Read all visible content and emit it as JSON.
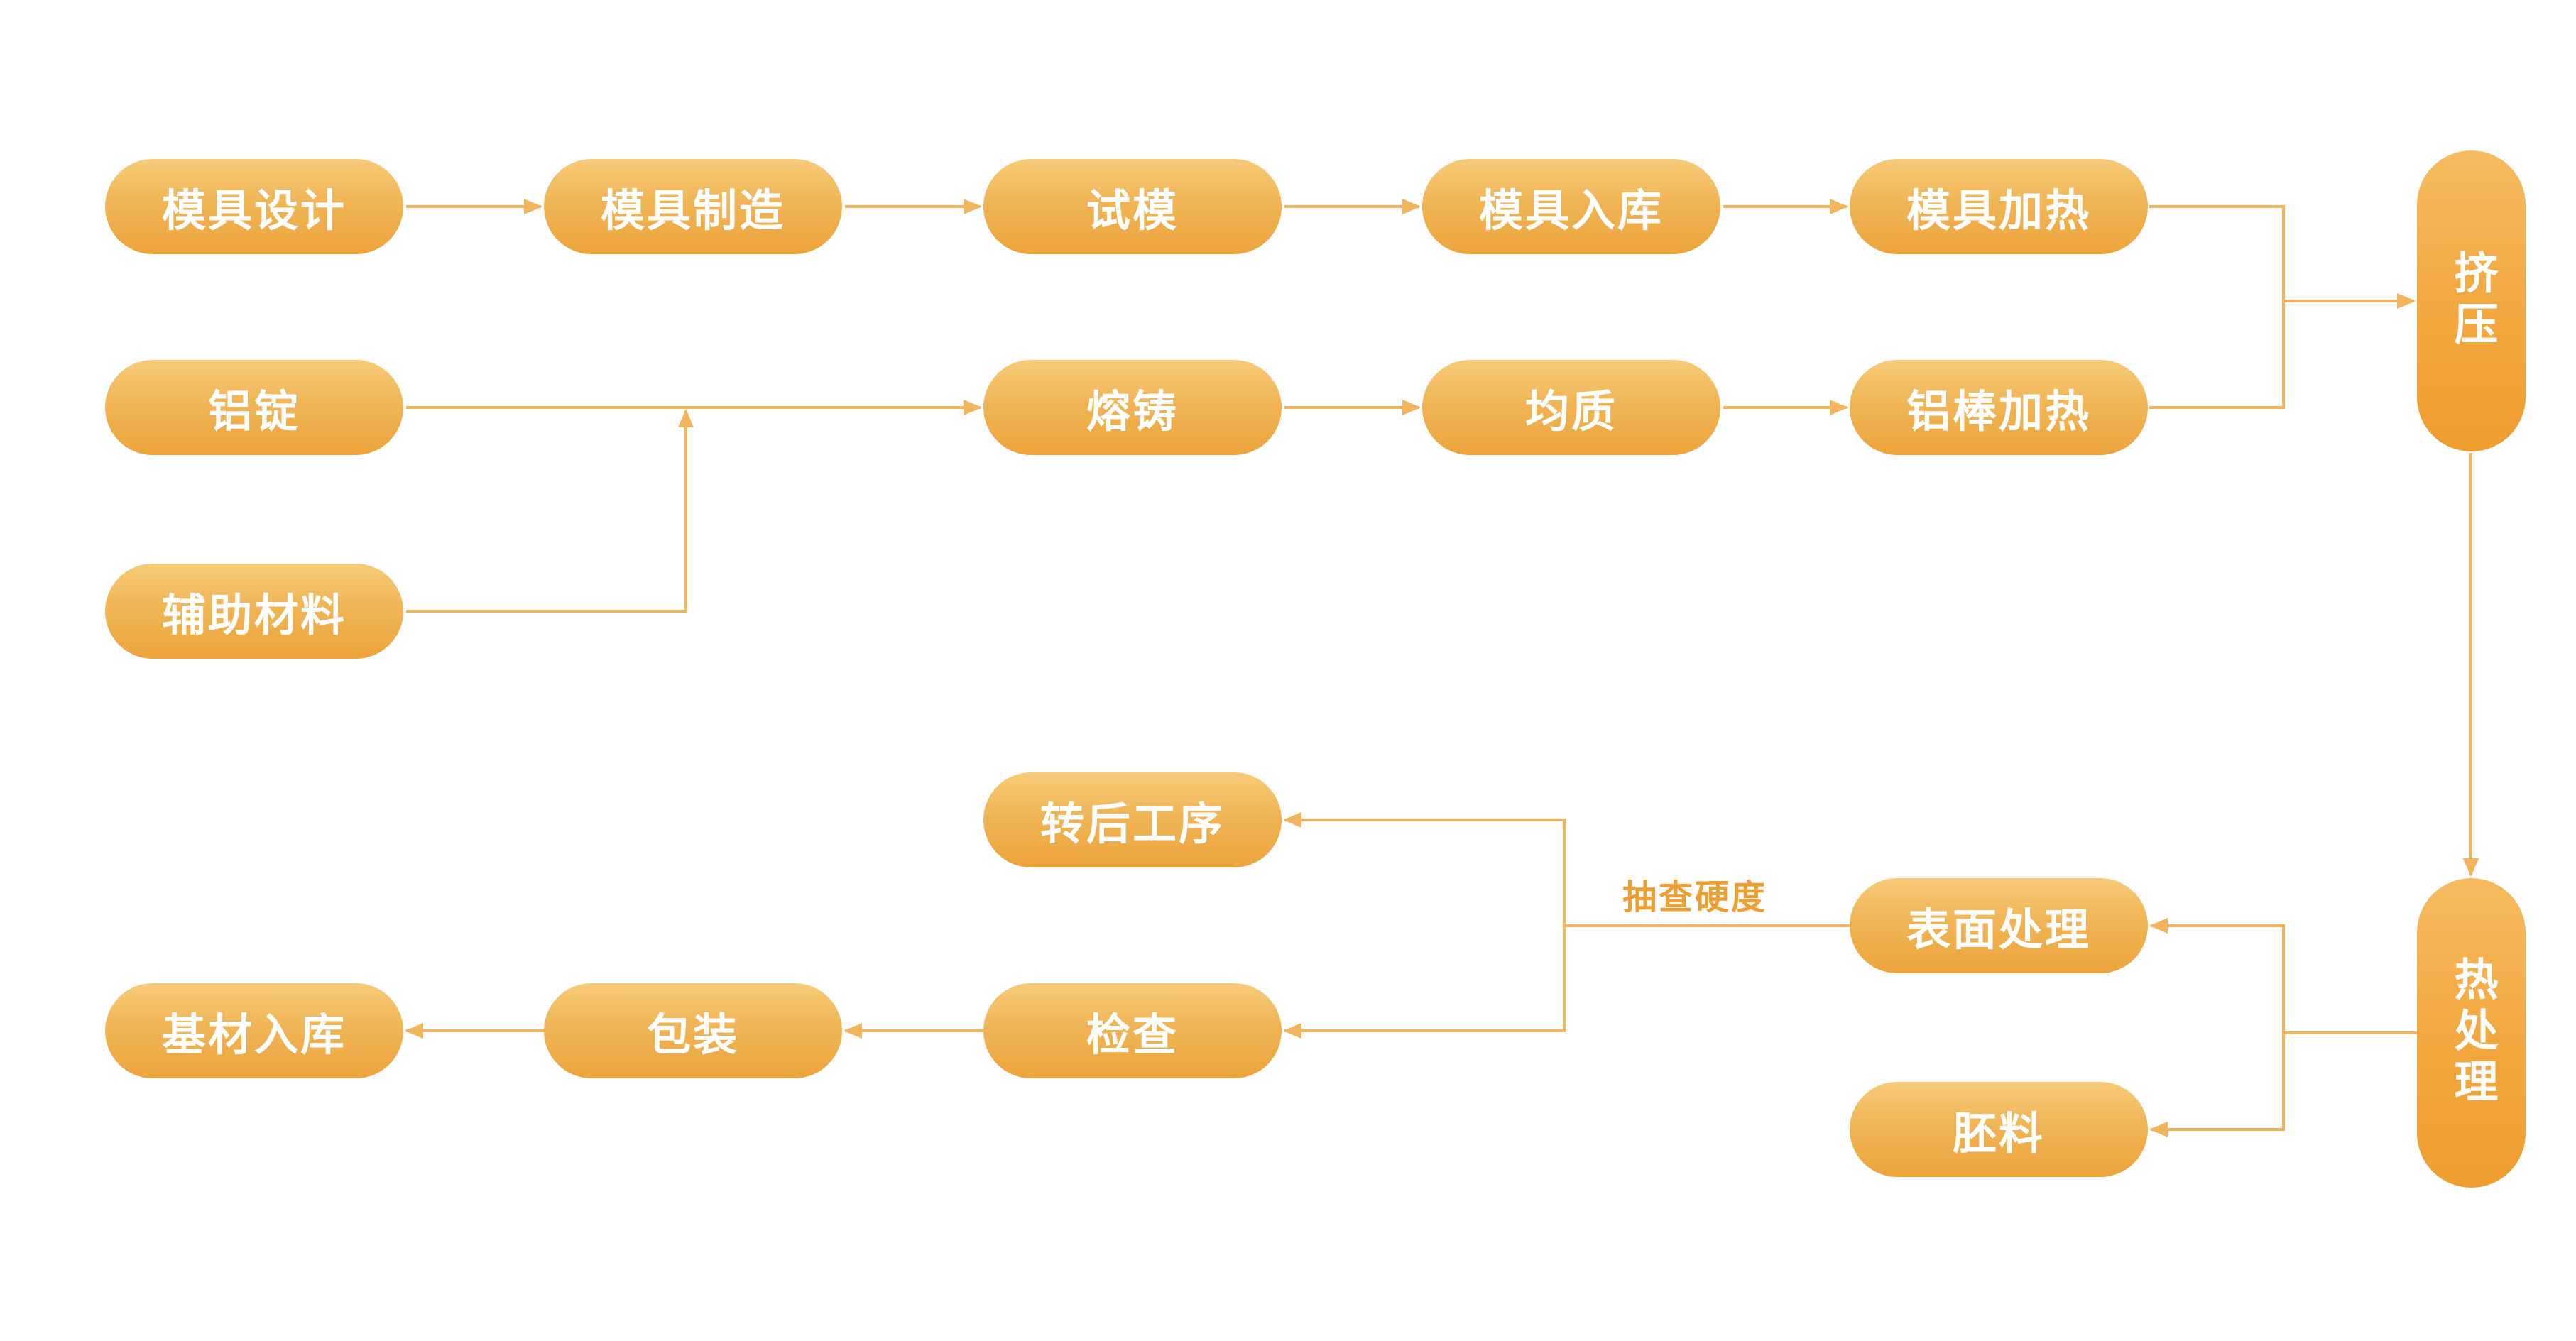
{
  "diagram": {
    "type": "flowchart",
    "background": "#ffffff",
    "colors": {
      "node_gradient_top": "#f7cb79",
      "node_gradient_bottom": "#eda43c",
      "vertical_node_gradient_top": "#f6bb60",
      "vertical_node_gradient_bottom": "#ef9d2f",
      "node_text": "#ffffff",
      "connector": "#f2b45c",
      "annotation_text": "#ef9f31"
    },
    "nodes": {
      "mold_design": "模具设计",
      "mold_manufacture": "模具制造",
      "trial_mold": "试模",
      "mold_storage": "模具入库",
      "mold_heating": "模具加热",
      "aluminum_ingot": "铝锭",
      "melting_casting": "熔铸",
      "homogenization": "均质",
      "rod_heating": "铝棒加热",
      "auxiliary_material": "辅助材料",
      "extrusion": "挤压",
      "post_process": "转后工序",
      "surface_treatment": "表面处理",
      "heat_treatment": "热处理",
      "inspection": "检查",
      "packaging": "包装",
      "base_storage": "基材入库",
      "blank_material": "胚料"
    },
    "annotation": "抽查硬度"
  }
}
